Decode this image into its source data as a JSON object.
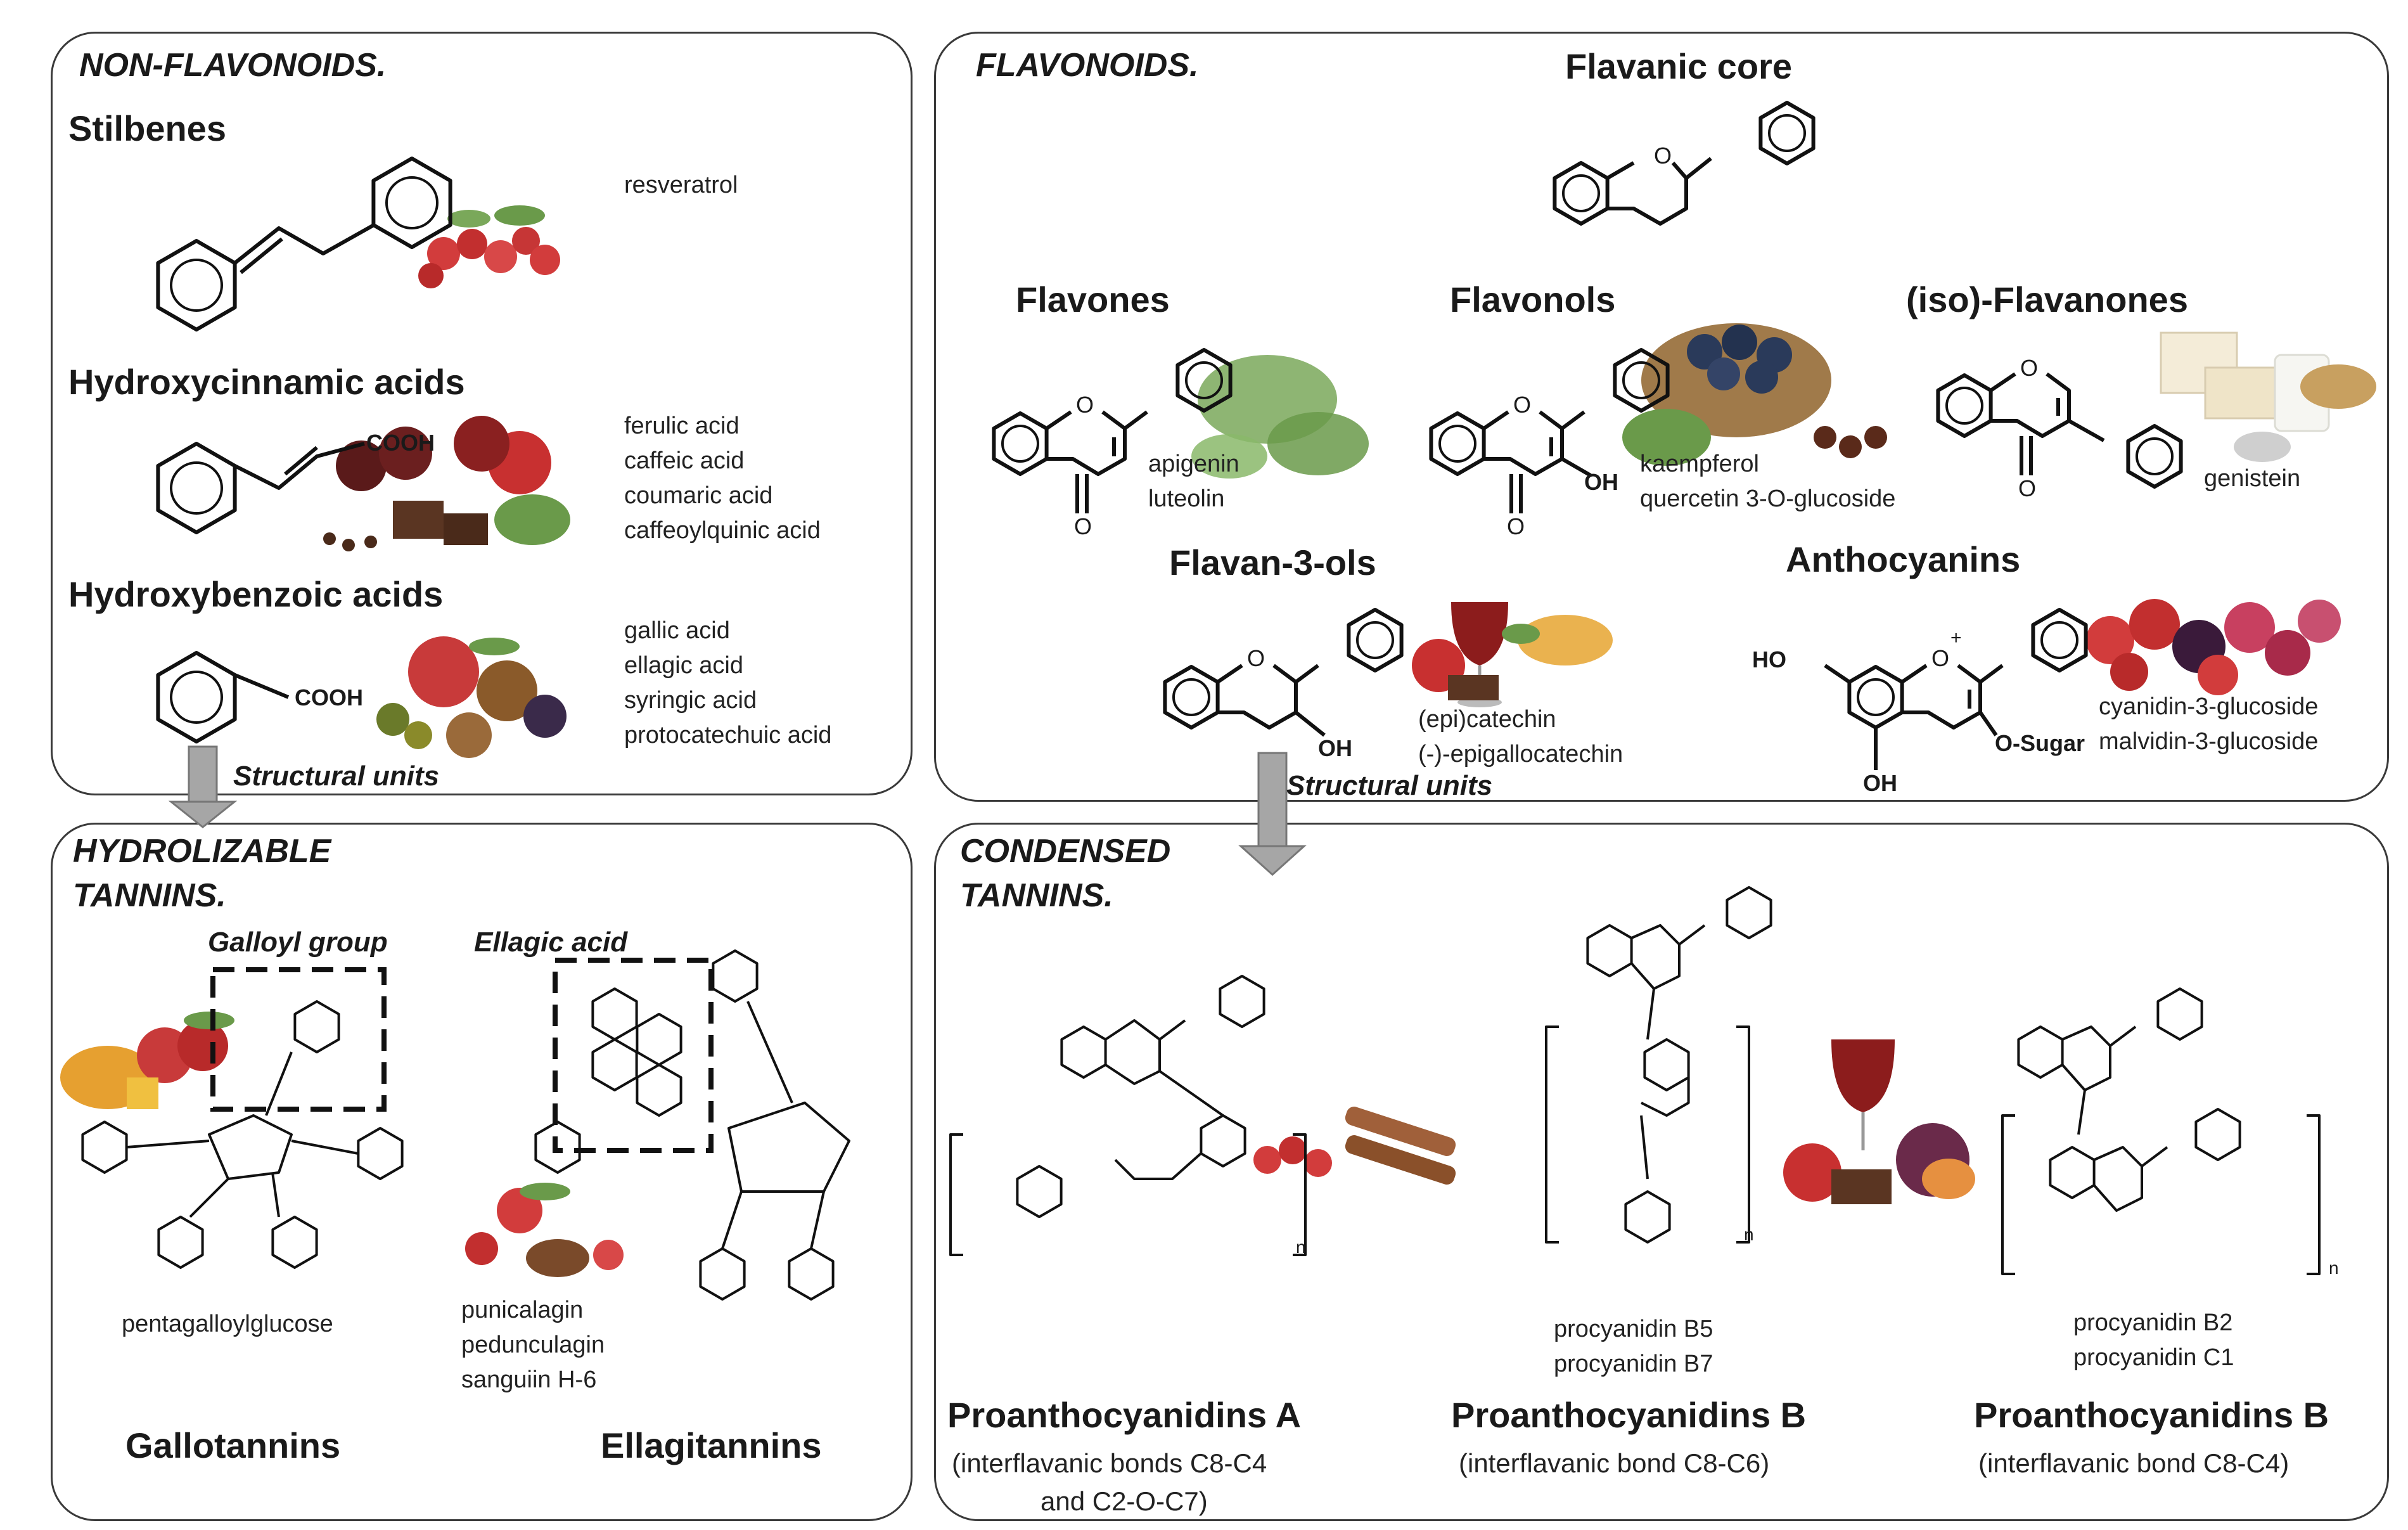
{
  "non_flavonoids": {
    "title": "NON-FLAVONOIDS.",
    "stilbenes": {
      "title": "Stilbenes",
      "compounds": "resveratrol"
    },
    "hydroxycinnamic": {
      "title": "Hydroxycinnamic acids",
      "group": "COOH",
      "compounds": [
        "ferulic acid",
        "caffeic acid",
        "coumaric acid",
        "caffeoylquinic acid"
      ]
    },
    "hydroxybenzoic": {
      "title": "Hydroxybenzoic acids",
      "group": "COOH",
      "compounds": [
        "gallic acid",
        "ellagic acid",
        "syringic acid",
        "protocatechuic acid"
      ]
    },
    "structural_units": "Structural units"
  },
  "flavonoids": {
    "title": "FLAVONOIDS.",
    "core": "Flavanic core",
    "flavones": {
      "title": "Flavones",
      "compounds": [
        "apigenin",
        "luteolin"
      ]
    },
    "flavonols": {
      "title": "Flavonols",
      "compounds": [
        "kaempferol",
        "quercetin 3-O-glucoside"
      ]
    },
    "isoflavanones": {
      "title": "(iso)-Flavanones",
      "compounds": "genistein"
    },
    "flavan3ols": {
      "title": "Flavan-3-ols",
      "compounds": [
        "(epi)catechin",
        "(-)-epigallocatechin"
      ]
    },
    "anthocyanins": {
      "title": "Anthocyanins",
      "compounds": [
        "cyanidin-3-glucoside",
        "malvidin-3-glucoside"
      ],
      "sugar": "O-Sugar"
    },
    "structural_units": "Structural units"
  },
  "hydrolizable": {
    "title_line1": "HYDROLIZABLE",
    "title_line2": "TANNINS.",
    "galloyl": "Galloyl group",
    "ellagic": "Ellagic acid",
    "penta": "pentagalloylglucose",
    "ellagi_compounds": [
      "punicalagin",
      "pedunculagin",
      "sanguiin H-6"
    ],
    "gallotannins": "Gallotannins",
    "ellagitannins": "Ellagitannins"
  },
  "condensed": {
    "title_line1": "CONDENSED",
    "title_line2": "TANNINS.",
    "pa_a": {
      "title": "Proanthocyanidins A",
      "sub1": "(interflavanic bonds C8-C4",
      "sub2": "and C2-O-C7)"
    },
    "pa_b56": {
      "title": "Proanthocyanidins B",
      "sub": "(interflavanic bond C8-C6)",
      "compounds": [
        "procyanidin B5",
        "procyanidin B7"
      ]
    },
    "pa_b2": {
      "title": "Proanthocyanidins B",
      "sub": "(interflavanic bond C8-C4)",
      "compounds": [
        "procyanidin B2",
        "procyanidin C1"
      ]
    }
  },
  "chem_labels": {
    "O": "O",
    "OH": "OH",
    "HO": "HO",
    "n": "n",
    "plus": "+"
  },
  "colors": {
    "arrow": "#a6a6a6",
    "berry": "#d23c3c",
    "leaf": "#6a9a4a",
    "wine": "#8c1c1c",
    "cocoa": "#5a3522"
  }
}
